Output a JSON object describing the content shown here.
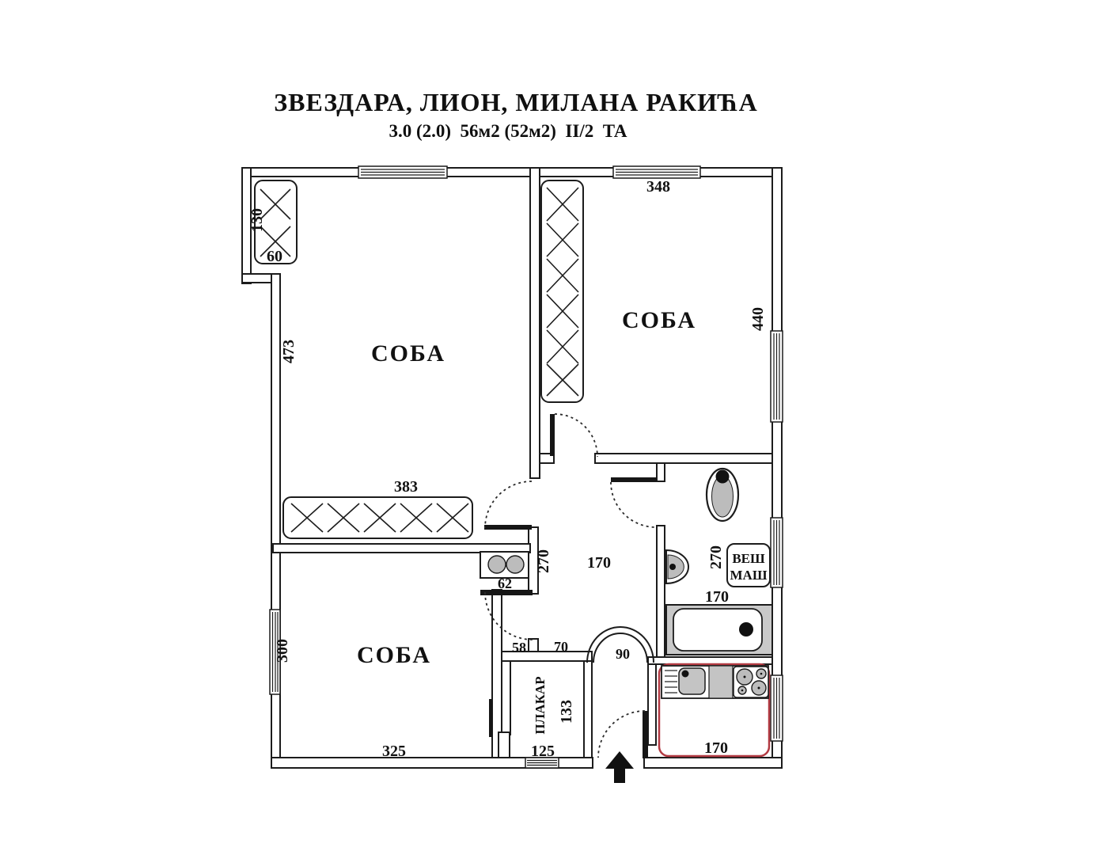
{
  "header": {
    "title": "ЗВЕЗДАРА, ЛИОН, МИЛАНА РАКИЋА",
    "subtitle": "3.0 (2.0)  56м2 (52м2)  II/2  ТА"
  },
  "labels": {
    "room_top_left": "СОБА",
    "room_top_right": "СОБА",
    "room_bottom_left": "СОБА",
    "closet": "ПЛАКАР",
    "washer_line1": "ВЕШ",
    "washer_line2": "МАШ"
  },
  "dimensions": {
    "corner_closet_depth": "130",
    "corner_closet_width": "60",
    "room_top_left_depth": "473",
    "wardrobe_length": "383",
    "room_top_right_width": "348",
    "room_top_right_depth": "440",
    "hall_depth": "270",
    "hall_width": "170",
    "heater_width": "62",
    "bath_depth": "270",
    "bath_width": "170",
    "room_bottom_left_depth": "300",
    "room_bottom_left_width": "325",
    "opening_a": "58",
    "opening_b": "70",
    "arch_width": "90",
    "closet_depth": "133",
    "closet_width": "125",
    "kitchen_width": "170"
  },
  "colors": {
    "kitchen_outline": "#b23a42",
    "fixture_gray": "#bcbcbc",
    "wall_stroke": "#1c1c1c"
  }
}
